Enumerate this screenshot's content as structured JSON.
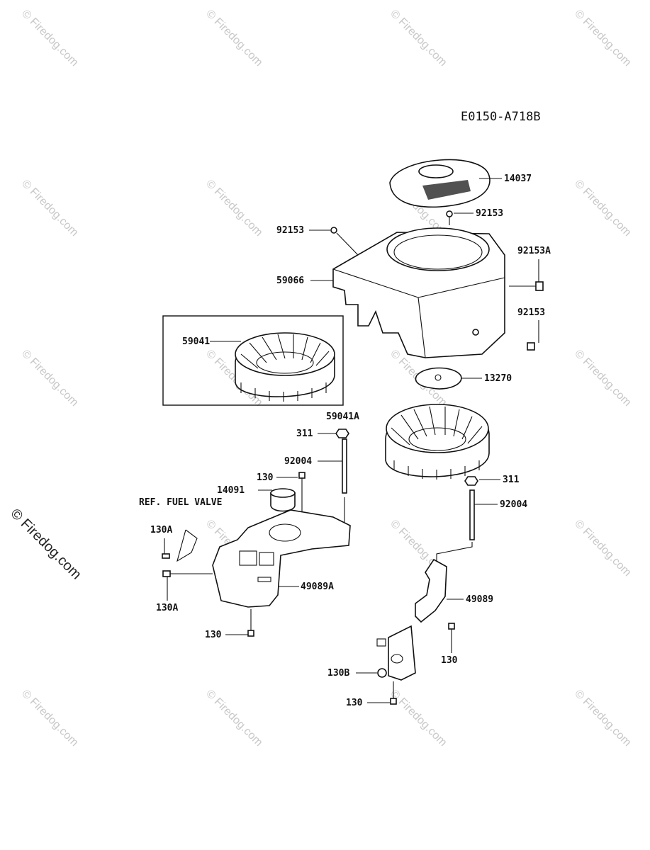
{
  "diagram_code": "E0150-A718B",
  "side_watermark": "© Firedog.com",
  "watermark_text": "© Firedog.com",
  "labels": {
    "p14037": "14037",
    "p92153_top": "92153",
    "p92153_left": "92153",
    "p92153A": "92153A",
    "p59066": "59066",
    "p92153_right": "92153",
    "p59041": "59041",
    "p13270": "13270",
    "p59041A": "59041A",
    "p311_left": "311",
    "p92004_left": "92004",
    "p130_mid": "130",
    "p14091": "14091",
    "ref_fuel_valve": "REF. FUEL VALVE",
    "p130A_top": "130A",
    "p130A_bottom": "130A",
    "p49089A": "49089A",
    "p130_left_bottom": "130",
    "p311_right": "311",
    "p92004_right": "92004",
    "p49089": "49089",
    "p130_right": "130",
    "p130B": "130B",
    "p130_bottom": "130"
  }
}
